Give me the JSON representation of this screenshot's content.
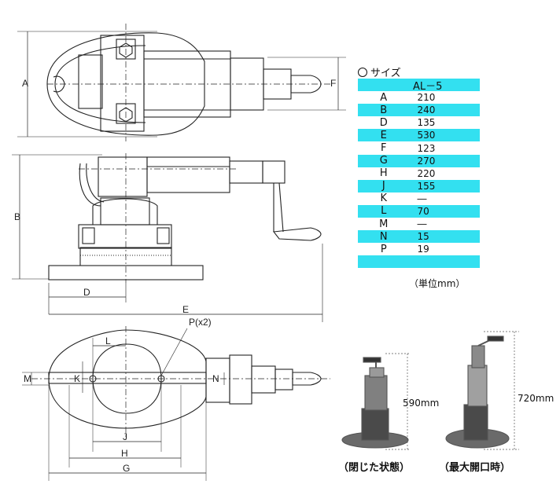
{
  "spec_table": {
    "title": "サイズ",
    "model": "AL－5",
    "rows": [
      {
        "key": "A",
        "value": "210",
        "highlight": false
      },
      {
        "key": "B",
        "value": "240",
        "highlight": true
      },
      {
        "key": "D",
        "value": "135",
        "highlight": false
      },
      {
        "key": "E",
        "value": "530",
        "highlight": true
      },
      {
        "key": "F",
        "value": "123",
        "highlight": false
      },
      {
        "key": "G",
        "value": "270",
        "highlight": true
      },
      {
        "key": "H",
        "value": "220",
        "highlight": false
      },
      {
        "key": "J",
        "value": "155",
        "highlight": true
      },
      {
        "key": "K",
        "value": "―",
        "highlight": false
      },
      {
        "key": "L",
        "value": "70",
        "highlight": true
      },
      {
        "key": "M",
        "value": "―",
        "highlight": false
      },
      {
        "key": "N",
        "value": "15",
        "highlight": true
      },
      {
        "key": "P",
        "value": "19",
        "highlight": false
      },
      {
        "key": "",
        "value": "",
        "highlight": true
      }
    ],
    "unit": "（単位mm）"
  },
  "dimension_labels": {
    "A": "A",
    "B": "B",
    "D": "D",
    "E": "E",
    "F": "F",
    "G": "G",
    "H": "H",
    "J": "J",
    "K": "K",
    "L": "L",
    "M": "M",
    "N": "N",
    "P": "P(x2)"
  },
  "photos": {
    "closed_label": "（閉じた状態）",
    "closed_height": "590mm",
    "open_label": "（最大開口時）",
    "open_height": "720mm"
  },
  "colors": {
    "highlight": "#33e0f0"
  }
}
